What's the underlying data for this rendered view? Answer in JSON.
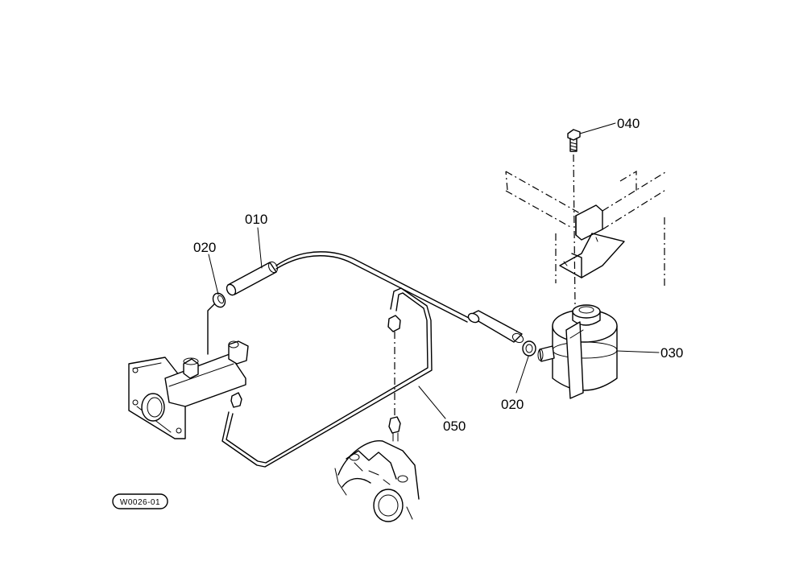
{
  "labels": {
    "hose_010": "010",
    "clamp_020_left": "020",
    "clamp_020_right": "020",
    "tank_030": "030",
    "bolt_040": "040",
    "pipe_050": "050"
  },
  "diagram_code": "W0026-01"
}
